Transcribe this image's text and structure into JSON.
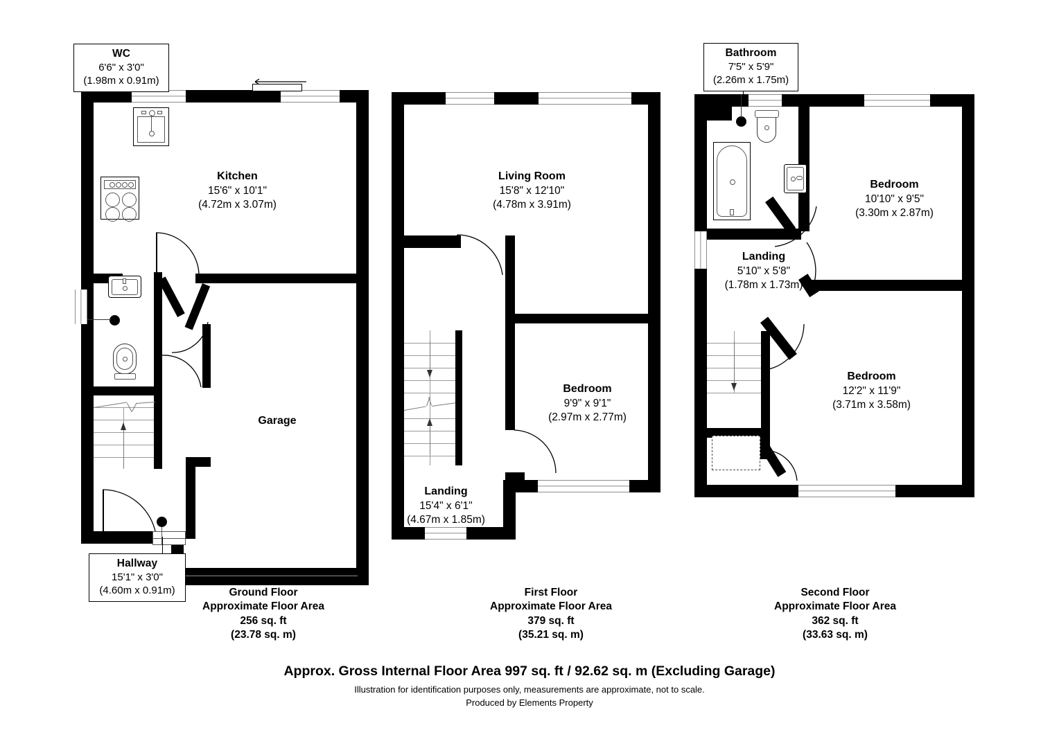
{
  "document": {
    "type": "floor-plan",
    "producer": "Produced by Elements Property",
    "disclaimer": "Illustration for identification purposes only, measurements are approximate, not to scale.",
    "gross_area": "Approx. Gross Internal Floor Area 997 sq. ft / 92.62 sq. m (Excluding Garage)"
  },
  "floors": [
    {
      "id": "ground",
      "caption_name": "Ground Floor",
      "caption_line2": "Approximate Floor Area",
      "caption_sqft": "256 sq. ft",
      "caption_sqm": "(23.78 sq. m)",
      "rooms": [
        {
          "id": "kitchen",
          "name": "Kitchen",
          "dim_imperial": "15'6\" x 10'1\"",
          "dim_metric": "(4.72m x 3.07m)",
          "label_style": "in-plan"
        },
        {
          "id": "garage",
          "name": "Garage",
          "dim_imperial": "",
          "dim_metric": "",
          "label_style": "in-plan"
        },
        {
          "id": "wc",
          "name": "WC",
          "dim_imperial": "6'6\" x 3'0\"",
          "dim_metric": "(1.98m x 0.91m)",
          "label_style": "callout"
        },
        {
          "id": "hallway",
          "name": "Hallway",
          "dim_imperial": "15'1\" x 3'0\"",
          "dim_metric": "(4.60m x 0.91m)",
          "label_style": "callout"
        }
      ]
    },
    {
      "id": "first",
      "caption_name": "First Floor",
      "caption_line2": "Approximate Floor Area",
      "caption_sqft": "379 sq. ft",
      "caption_sqm": "(35.21 sq. m)",
      "rooms": [
        {
          "id": "living",
          "name": "Living Room",
          "dim_imperial": "15'8\" x 12'10\"",
          "dim_metric": "(4.78m x 3.91m)",
          "label_style": "in-plan"
        },
        {
          "id": "bed1",
          "name": "Bedroom",
          "dim_imperial": "9'9\" x 9'1\"",
          "dim_metric": "(2.97m x 2.77m)",
          "label_style": "in-plan"
        },
        {
          "id": "landing1",
          "name": "Landing",
          "dim_imperial": "15'4\" x 6'1\"",
          "dim_metric": "(4.67m x 1.85m)",
          "label_style": "in-plan"
        }
      ]
    },
    {
      "id": "second",
      "caption_name": "Second Floor",
      "caption_line2": "Approximate Floor Area",
      "caption_sqft": "362 sq. ft",
      "caption_sqm": "(33.63 sq. m)",
      "rooms": [
        {
          "id": "bathroom",
          "name": "Bathroom",
          "dim_imperial": "7'5\" x 5'9\"",
          "dim_metric": "(2.26m x 1.75m)",
          "label_style": "callout"
        },
        {
          "id": "bed2",
          "name": "Bedroom",
          "dim_imperial": "10'10\" x 9'5\"",
          "dim_metric": "(3.30m x 2.87m)",
          "label_style": "in-plan"
        },
        {
          "id": "landing2",
          "name": "Landing",
          "dim_imperial": "5'10\" x 5'8\"",
          "dim_metric": "(1.78m x 1.73m)",
          "label_style": "in-plan"
        },
        {
          "id": "bed3",
          "name": "Bedroom",
          "dim_imperial": "12'2\" x 11'9\"",
          "dim_metric": "(3.71m x 3.58m)",
          "label_style": "in-plan"
        }
      ]
    }
  ],
  "colors": {
    "wall": "#000000",
    "floor": "#ffffff",
    "window_line": "#8c8c8c",
    "stair_line": "#9a9a9a",
    "text": "#000000"
  },
  "fixtures": {
    "ground": [
      "kitchen-sink-icon",
      "cooker-hob-icon",
      "wc-basin-icon",
      "toilet-icon",
      "staircase-icon",
      "entrance-door-icon",
      "sliding-door-icon",
      "garage-door-icon"
    ],
    "first": [
      "staircase-icon"
    ],
    "second": [
      "bathtub-icon",
      "toilet-icon",
      "bathroom-basin-icon",
      "staircase-icon",
      "cupboard-icon"
    ]
  }
}
